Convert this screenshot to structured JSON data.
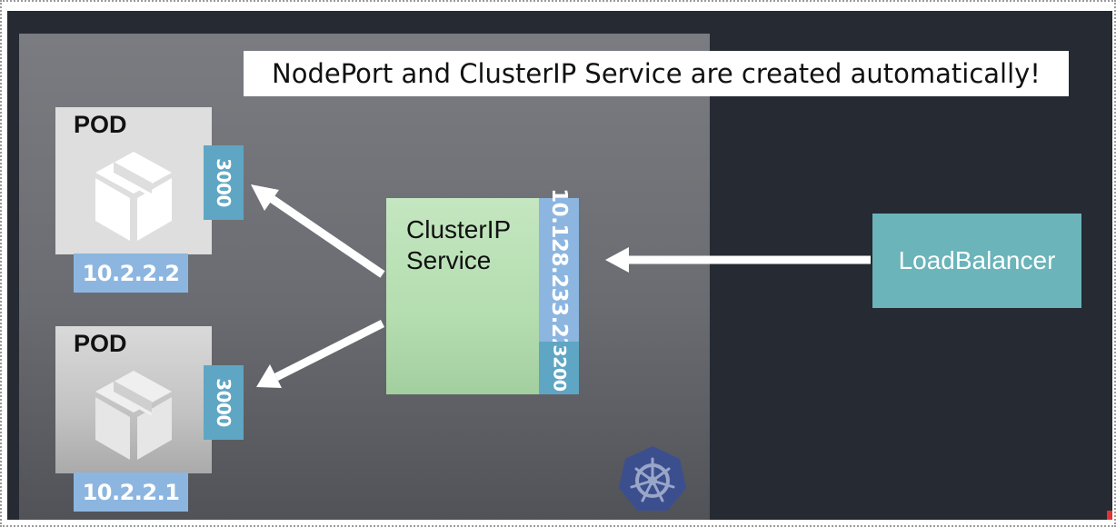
{
  "banner": {
    "text": "NodePort and ClusterIP Service are created automatically!"
  },
  "pods": [
    {
      "title": "POD",
      "port": "3000",
      "ip": "10.2.2.2",
      "icon": "cube-icon"
    },
    {
      "title": "POD",
      "port": "3000",
      "ip": "10.2.2.1",
      "icon": "cube-icon"
    }
  ],
  "clusterip_service": {
    "label": "ClusterIP\nService",
    "ip": "10.128.233.22",
    "port": "3200"
  },
  "loadbalancer": {
    "label": "LoadBalancer"
  },
  "logo": {
    "icon": "kubernetes-logo-icon"
  },
  "colors": {
    "background": "#252a33",
    "node_panel": "#6a6c71",
    "pod": "#dedede",
    "port_box": "#5fa6c4",
    "ip_box": "#8cb6e0",
    "clusterip_service": "#b4ddb0",
    "loadbalancer": "#6ab4ba",
    "arrow": "#ffffff",
    "logo": "#3b4f8f"
  }
}
